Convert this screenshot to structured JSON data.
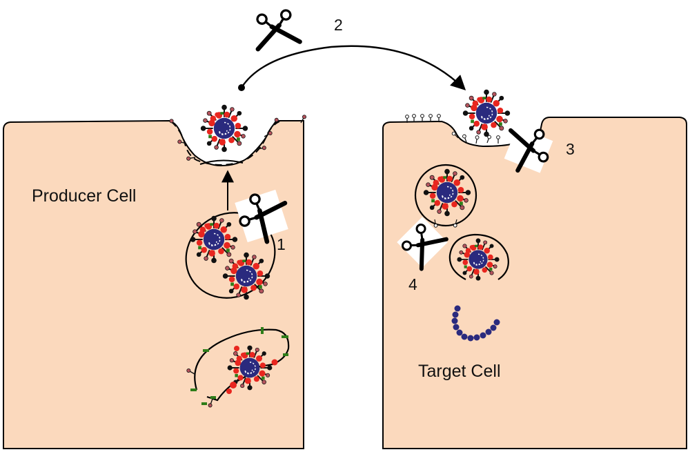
{
  "labels": {
    "producer_cell": "Producer Cell",
    "target_cell": "Target Cell"
  },
  "steps": [
    "1",
    "2",
    "3",
    "4"
  ],
  "colors": {
    "cell_fill": "#fbd9bd",
    "outline": "#000000",
    "capsid": "#2a2a7e",
    "spike_red": "#e8261f",
    "spike_black": "#111111",
    "spike_green": "#2e7d19",
    "pin_head": "#b5545d"
  },
  "icons": [
    "scissors-icon"
  ]
}
